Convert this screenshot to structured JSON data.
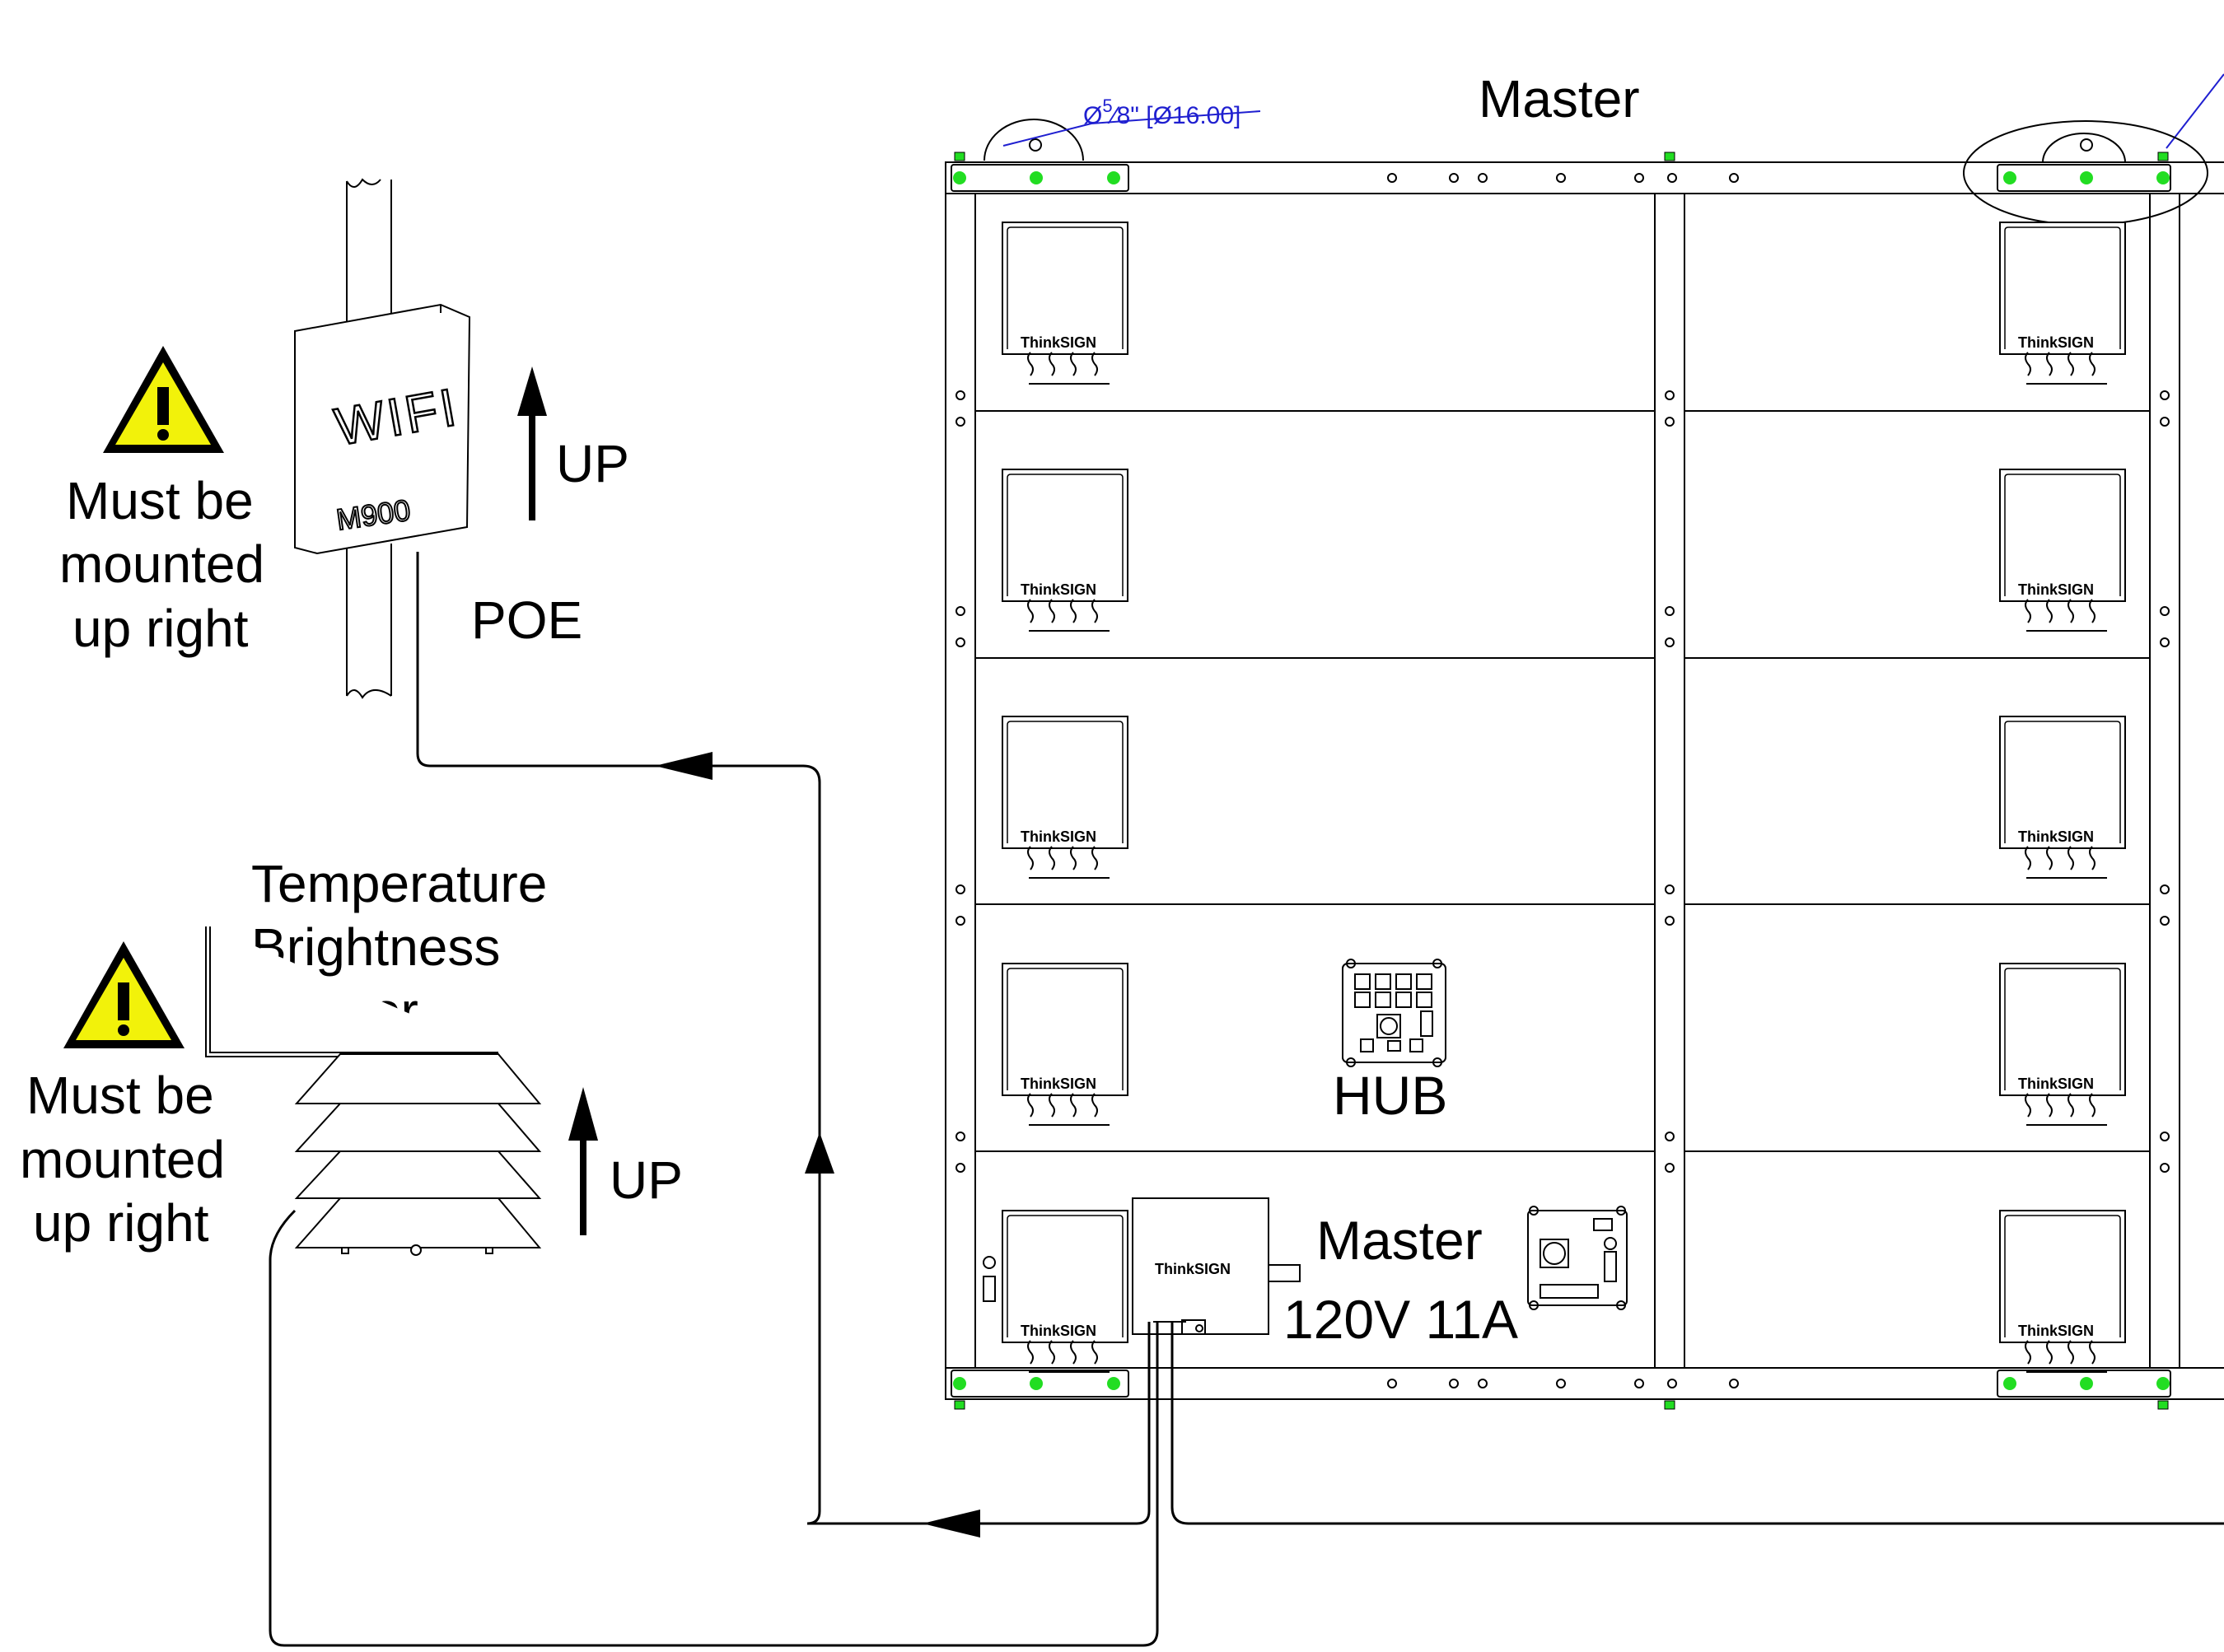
{
  "labels": {
    "master_top": "Master",
    "dimension": {
      "fraction_num": "5",
      "fraction_den": "8",
      "rest": "\" [Ø16.00]"
    },
    "warning_text_1": [
      "Must be",
      "mounted",
      "up right"
    ],
    "warning_text_2": [
      "Must be",
      "mounted",
      "up right"
    ],
    "wifi_word": "WIFI",
    "wifi_model": "M900",
    "up_1": "UP",
    "up_2": "UP",
    "poe": "POE",
    "sensor_lines": [
      "Temperature",
      "Brightness",
      "Sensor"
    ],
    "hub": "HUB",
    "master_box": "Master",
    "power": "120V 11A",
    "logo": "ThinkSIGN"
  },
  "colors": {
    "warning_fill": "#f2f20a",
    "mount_point": "#22dd22",
    "dimension": "#1f1fd0",
    "line": "#000000"
  },
  "icons": {
    "warning": "warning-triangle-icon",
    "wifi": "wifi-antenna-icon",
    "sensor": "temperature-sensor-icon",
    "hub": "hub-board-icon",
    "controller": "master-controller-icon"
  }
}
